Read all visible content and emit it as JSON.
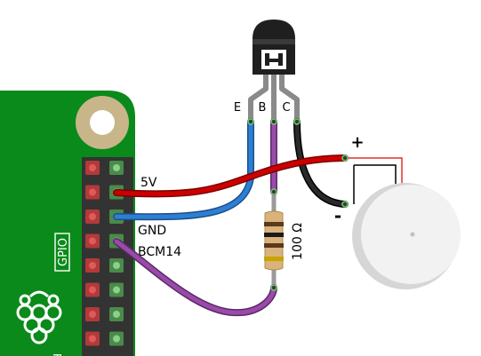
{
  "transistor": {
    "pin_labels": [
      "E",
      "B",
      "C"
    ]
  },
  "pi": {
    "gpio_label": "GPIO",
    "board_text": "Ra",
    "pin_labels": {
      "five_v": "5V",
      "gnd": "GND",
      "bcm14": "BCM14"
    }
  },
  "resistor": {
    "label": "100 Ω"
  },
  "buzzer": {
    "plus": "+",
    "minus": "-"
  },
  "colors": {
    "board_green": "#0a8a1a",
    "wire_red": "#cc0000",
    "wire_blue": "#2d7fd3",
    "wire_purple": "#9a4aa8",
    "wire_black": "#1a1a1a",
    "transistor_body": "#1f1f1f",
    "lead_grey": "#8a8a8a",
    "buzzer_body": "#e8e8e8"
  }
}
